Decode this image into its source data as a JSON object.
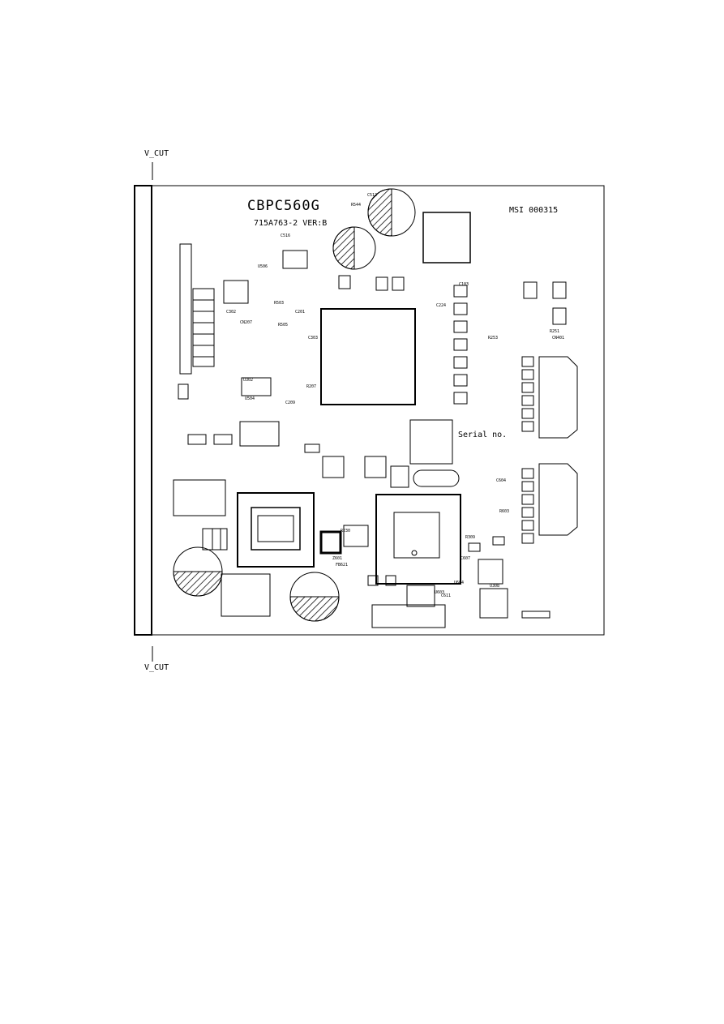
{
  "board": {
    "title": "CBPC560G",
    "subtitle": "715A763-2 VER:B",
    "serial_code": "MSI 000315",
    "serial_label": "Serial no.",
    "v_cut_top": "V_CUT",
    "v_cut_bottom": "V_CUT"
  },
  "refs": [
    "C516",
    "R544",
    "C512",
    "U506",
    "R503",
    "C302",
    "CN207",
    "R505",
    "C201",
    "R207",
    "C303",
    "U302",
    "U504",
    "C209",
    "R253",
    "R251",
    "CN401",
    "C103",
    "C224",
    "Z601",
    "R230",
    "C604",
    "R603",
    "FB621",
    "C607",
    "U604",
    "U603",
    "C611",
    "R309",
    "U308"
  ],
  "colors": {
    "ink": "#000000",
    "paper": "#ffffff"
  }
}
